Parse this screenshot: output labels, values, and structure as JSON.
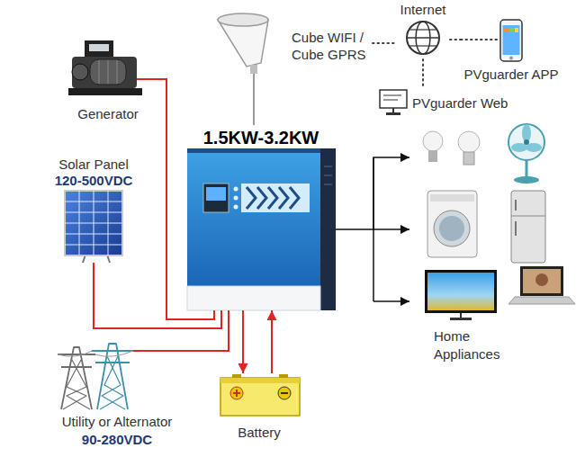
{
  "diagram": {
    "nodes": [
      {
        "text": [
          "Generator"
        ]
      },
      {
        "text": [
          "Cube WIFI / Cube GPRS"
        ]
      },
      {
        "text": [
          "Internet"
        ]
      },
      {
        "text": [
          "PVguarder APP"
        ]
      },
      {
        "text": [
          "PVguarder Web"
        ]
      },
      {
        "text": [
          "Solar Panel",
          "120-500VDC"
        ]
      },
      {
        "text": [
          "1.5KW-3.2KW"
        ]
      },
      {
        "text": [
          "Home Appliances"
        ]
      },
      {
        "text": [
          "Utility or Alternator",
          "90-280VDC"
        ]
      },
      {
        "text": [
          "Battery"
        ]
      }
    ],
    "edges": [
      {
        "from": 0,
        "to": 6,
        "arrow": "none"
      },
      {
        "from": 5,
        "to": 6,
        "arrow": "none"
      },
      {
        "from": 8,
        "to": 6,
        "arrow": "none"
      },
      {
        "from": 6,
        "to": 9,
        "arrow": "to"
      },
      {
        "from": 9,
        "to": 6,
        "arrow": "to"
      },
      {
        "from": 1,
        "to": 6,
        "arrow": "none"
      },
      {
        "from": 1,
        "to": 2,
        "arrow": "none"
      },
      {
        "from": 2,
        "to": 3,
        "arrow": "none"
      },
      {
        "from": 2,
        "to": 4,
        "arrow": "none"
      },
      {
        "from": 6,
        "to": 7,
        "arrow": "to"
      }
    ]
  }
}
